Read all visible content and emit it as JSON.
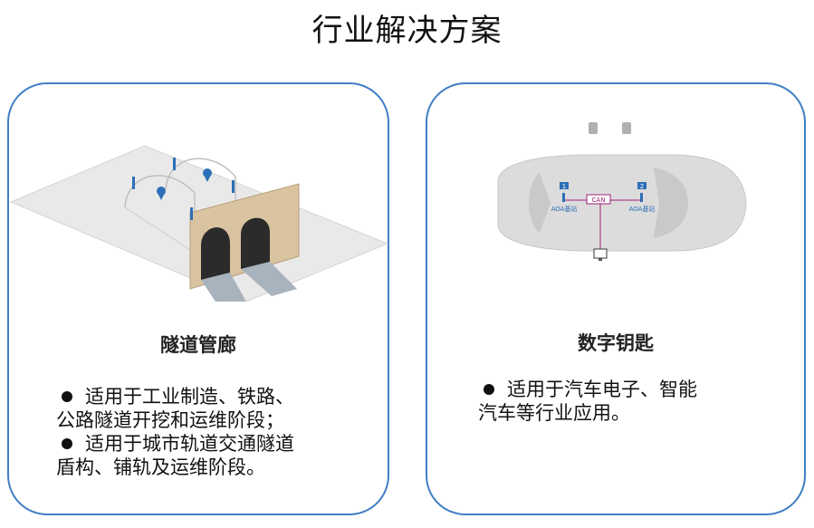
{
  "page": {
    "title": "行业解决方案"
  },
  "cards": [
    {
      "title": "隧道管廊",
      "bullets": [
        [
          "适用于工业制造、铁路、",
          "公路隧道开挖和运维阶段；"
        ],
        [
          "适用于城市轨道交通隧道",
          "盾构、铺轨及运维阶段。"
        ]
      ]
    },
    {
      "title": "数字钥匙",
      "diagram": {
        "bus_label": "CAN",
        "station_label": "AOA基站",
        "station_numbers": [
          "1",
          "2"
        ]
      },
      "bullets": [
        [
          "适用于汽车电子、智能",
          "汽车等行业应用。"
        ]
      ]
    }
  ]
}
